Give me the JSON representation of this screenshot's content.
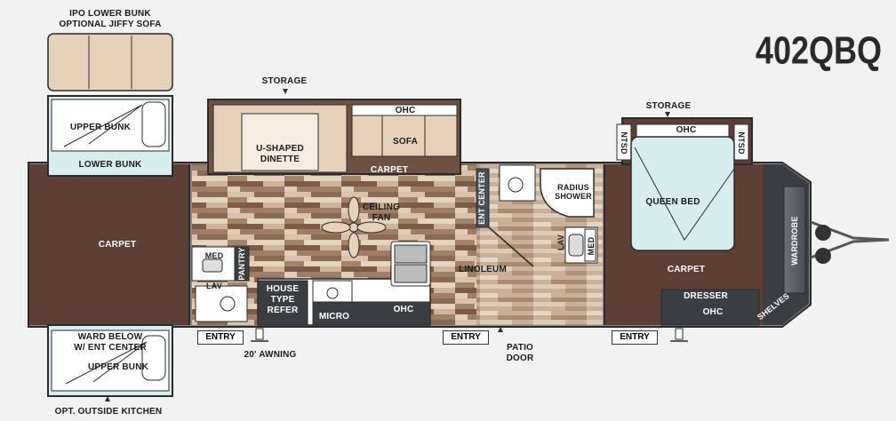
{
  "model": "402QBQ",
  "labels": {
    "ipo_bunk": "IPO LOWER BUNK\nOPTIONAL JIFFY SOFA",
    "upper_bunk_top": "UPPER BUNK",
    "lower_bunk": "LOWER BUNK",
    "carpet_left": "CARPET",
    "storage_dinette": "STORAGE",
    "u_dinette": "U-SHAPED\nDINETTE",
    "ohc_sofa": "OHC",
    "sofa": "SOFA",
    "carpet_sofa": "CARPET",
    "ceiling_fan": "CEILING\nFAN",
    "ent_center": "ENT CENTER",
    "radius_shower": "RADIUS\nSHOWER",
    "linoleum": "LINOLEUM",
    "lav_bath": "LAV",
    "med_bath": "MED",
    "storage_bed": "STORAGE",
    "ohc_bed": "OHC",
    "nstd_left": "NTSD",
    "nstd_right": "NTSD",
    "queen_bed": "QUEEN BED",
    "wardrobe": "WARDROBE",
    "carpet_bed": "CARPET",
    "dresser": "DRESSER",
    "ohc_dresser": "OHC",
    "shelves": "SHELVES",
    "med_left": "MED",
    "pantry": "PANTRY",
    "lav_left": "LAV",
    "house_refer": "HOUSE\nTYPE\nREFER",
    "micro": "MICRO",
    "ohc_kitchen": "OHC",
    "ward_below": "WARD BELOW\nW/ ENT CENTER",
    "upper_bunk_bottom": "UPPER BUNK",
    "opt_kitchen": "OPT. OUTSIDE KITCHEN",
    "awning": "20' AWNING",
    "patio_door": "PATIO\nDOOR"
  },
  "entries": [
    "ENTRY",
    "ENTRY",
    "ENTRY"
  ],
  "colors": {
    "carpet": "#5e3f35",
    "wood_light": "#c9ad93",
    "wood_dark": "#7b5a47",
    "bunk": "#d8eeee",
    "sofa": "#e6d2bb",
    "outline": "#2b2b2b"
  }
}
